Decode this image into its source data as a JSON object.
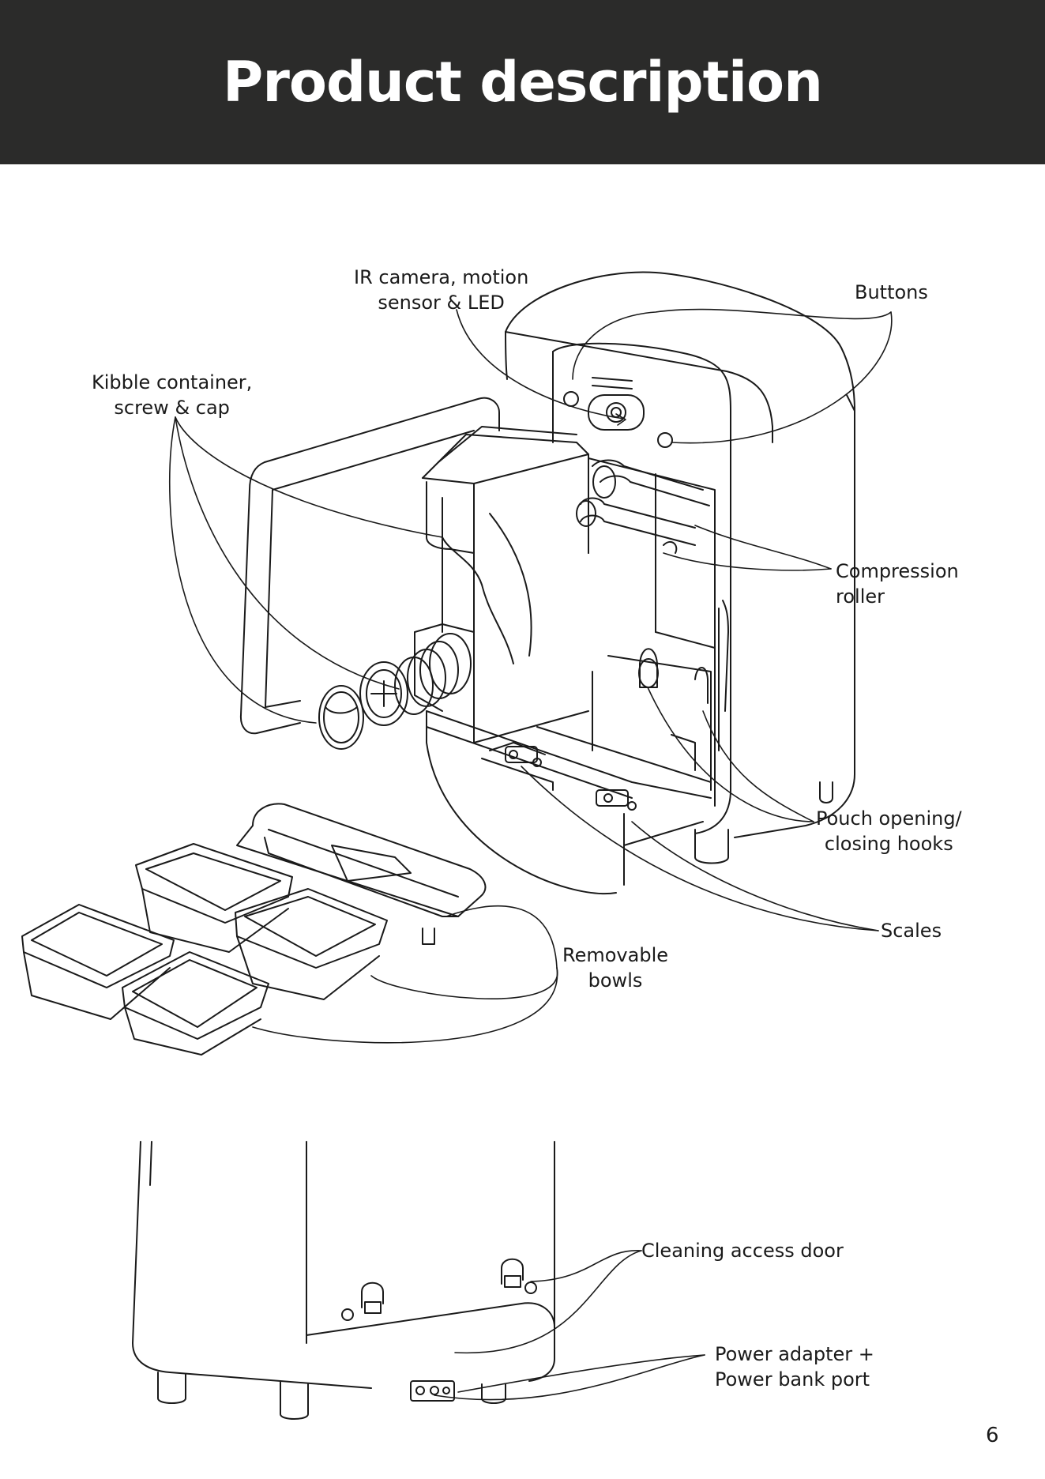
{
  "page": {
    "title": "Product description",
    "page_number": "6"
  },
  "labels": {
    "ir_camera": [
      "IR camera, motion",
      "sensor & LED"
    ],
    "buttons": "Buttons",
    "kibble": [
      "Kibble container,",
      "screw & cap"
    ],
    "compression": [
      "Compression",
      "roller"
    ],
    "pouch": [
      "Pouch opening/",
      "closing hooks"
    ],
    "scales": "Scales",
    "bowls": [
      "Removable",
      "bowls"
    ],
    "cleaning": "Cleaning access door",
    "power": [
      "Power adapter +",
      "Power bank port"
    ]
  },
  "colors": {
    "header_bg": "#2b2b2a",
    "line": "#1a1a1a"
  }
}
